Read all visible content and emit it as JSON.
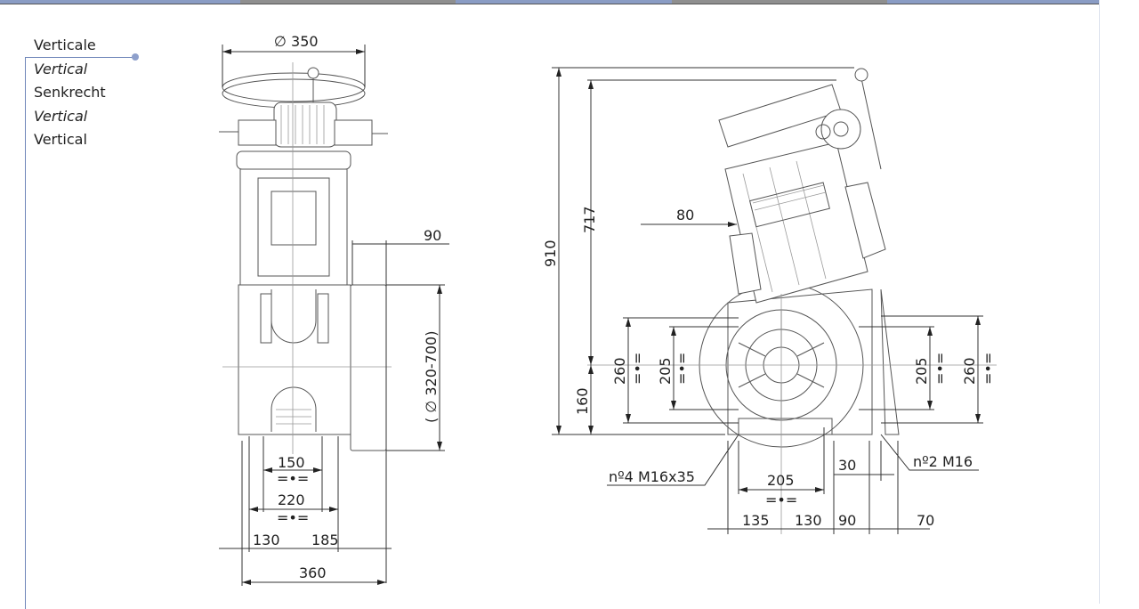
{
  "legend": {
    "items": [
      "Verticale",
      "Vertical",
      "Senkrecht",
      "Vertical",
      "Vertical"
    ]
  },
  "colors": {
    "accent": "#6f86b9",
    "bar_blue": "#8a9cc4",
    "bar_gray": "#8f8f8f"
  },
  "front_view": {
    "dims": {
      "top_diameter": "∅ 350",
      "handwheel_offset": "90",
      "handwheel_diameter": "( ∅ 320-700)",
      "base_150": "150",
      "base_220": "220",
      "left_130": "130",
      "right_185": "185",
      "total_360": "360"
    }
  },
  "side_view": {
    "dims": {
      "height_910": "910",
      "height_717": "717",
      "offset_80": "80",
      "height_160": "160",
      "left_260": "260",
      "left_205": "205",
      "right_205": "205",
      "right_260": "260",
      "bolts_front": "nº4 M16x35",
      "bolts_side": "nº2 M16",
      "base_205": "205",
      "gap_30": "30",
      "b_135": "135",
      "b_130": "130",
      "b_90": "90",
      "b_70": "70"
    }
  },
  "symmetry_mark": "=•="
}
